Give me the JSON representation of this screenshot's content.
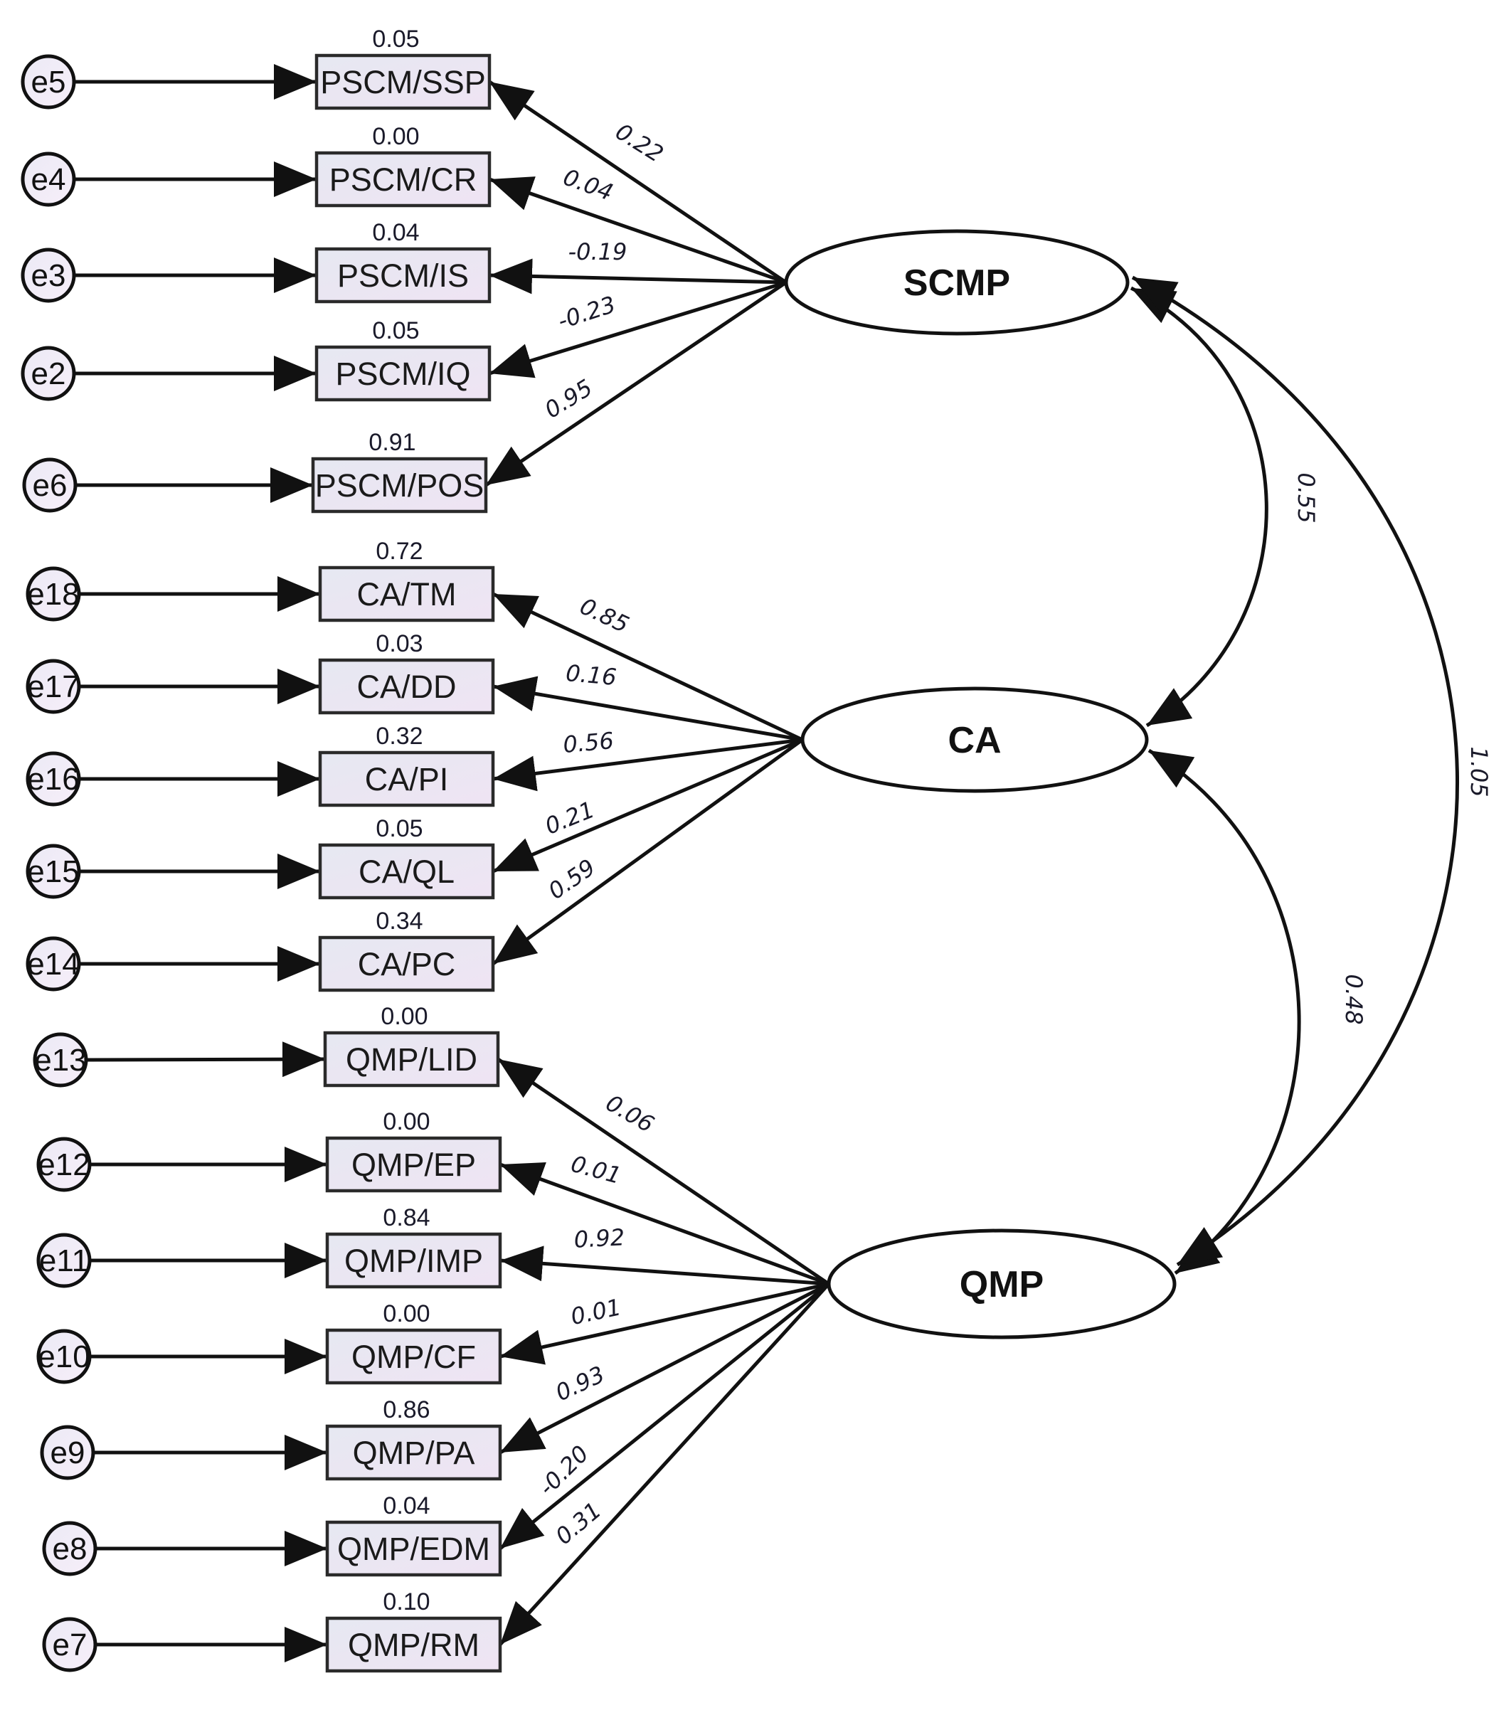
{
  "latents": [
    {
      "name": "SCMP"
    },
    {
      "name": "CA"
    },
    {
      "name": "QMP"
    }
  ],
  "indicators": [
    {
      "label": "PSCM/SSP",
      "error": "e5",
      "r2": "0.05",
      "loading": "0.22"
    },
    {
      "label": "PSCM/CR",
      "error": "e4",
      "r2": "0.00",
      "loading": "0.04"
    },
    {
      "label": "PSCM/IS",
      "error": "e3",
      "r2": "0.04",
      "loading": "-0.19"
    },
    {
      "label": "PSCM/IQ",
      "error": "e2",
      "r2": "0.05",
      "loading": "-0.23"
    },
    {
      "label": "PSCM/POS",
      "error": "e6",
      "r2": "0.91",
      "loading": "0.95"
    },
    {
      "label": "CA/TM",
      "error": "e18",
      "r2": "0.72",
      "loading": "0.85"
    },
    {
      "label": "CA/DD",
      "error": "e17",
      "r2": "0.03",
      "loading": "0.16"
    },
    {
      "label": "CA/PI",
      "error": "e16",
      "r2": "0.32",
      "loading": "0.56"
    },
    {
      "label": "CA/QL",
      "error": "e15",
      "r2": "0.05",
      "loading": "0.21"
    },
    {
      "label": "CA/PC",
      "error": "e14",
      "r2": "0.34",
      "loading": "0.59"
    },
    {
      "label": "QMP/LID",
      "error": "e13",
      "r2": "0.00",
      "loading": "0.06"
    },
    {
      "label": "QMP/EP",
      "error": "e12",
      "r2": "0.00",
      "loading": "0.01"
    },
    {
      "label": "QMP/IMP",
      "error": "e11",
      "r2": "0.84",
      "loading": "0.92"
    },
    {
      "label": "QMP/CF",
      "error": "e10",
      "r2": "0.00",
      "loading": "0.01"
    },
    {
      "label": "QMP/PA",
      "error": "e9",
      "r2": "0.86",
      "loading": "0.93"
    },
    {
      "label": "QMP/EDM",
      "error": "e8",
      "r2": "0.04",
      "loading": "-0.20"
    },
    {
      "label": "QMP/RM",
      "error": "e7",
      "r2": "0.10",
      "loading": "0.31"
    }
  ],
  "correlations": [
    {
      "from": "SCMP",
      "to": "CA",
      "value": "0.55"
    },
    {
      "from": "CA",
      "to": "QMP",
      "value": "0.48"
    },
    {
      "from": "SCMP",
      "to": "QMP",
      "value": "1.05"
    }
  ]
}
